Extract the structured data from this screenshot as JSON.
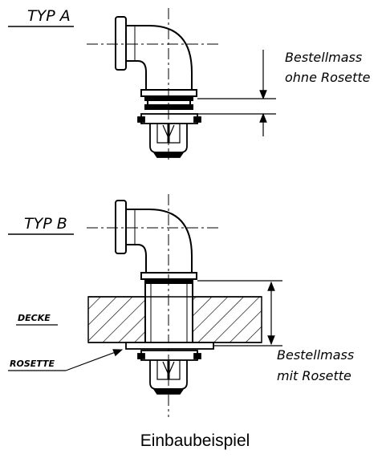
{
  "labels": {
    "typ_a": "TYP A",
    "typ_b": "TYP B",
    "dim_a_line1": "Bestellmass",
    "dim_a_line2": "ohne Rosette",
    "dim_b_line1": "Bestellmass",
    "dim_b_line2": "mit Rosette",
    "decke": "DECKE",
    "rosette": "ROSETTE",
    "caption": "Einbaubeispiel"
  }
}
